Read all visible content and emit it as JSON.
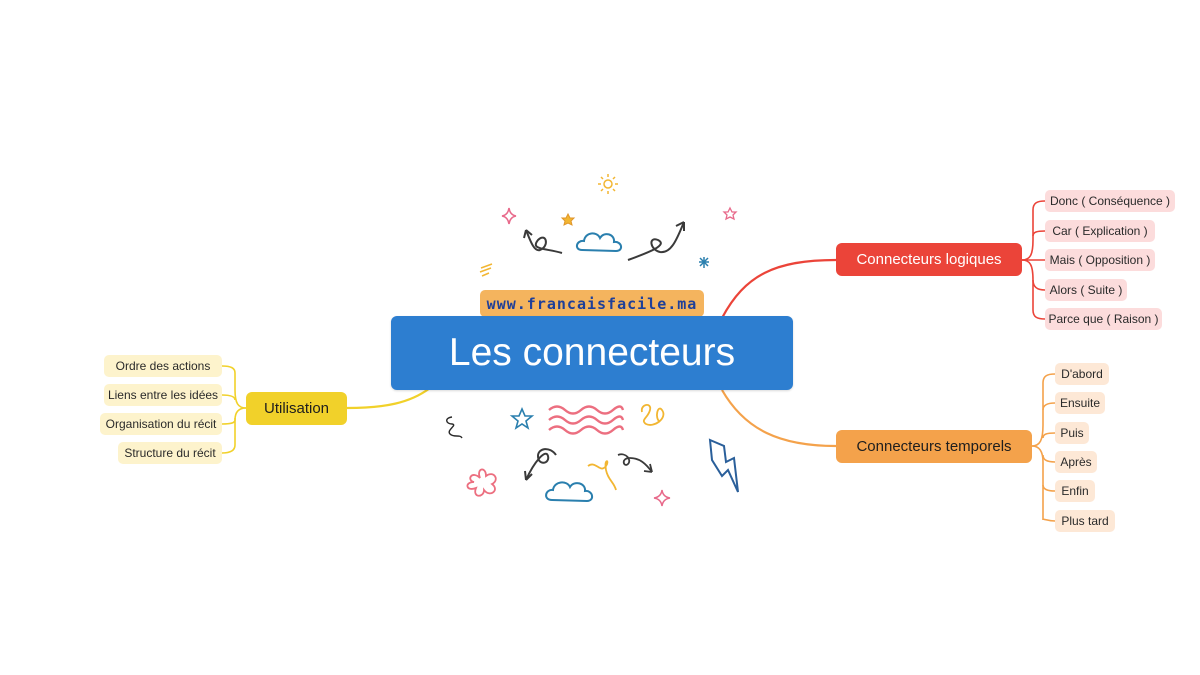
{
  "site": "www.francaisfacile.ma",
  "central": "Les connecteurs",
  "colors": {
    "central": "#2d7ed0",
    "logiques": "#eb4439",
    "temporels": "#f4a24b",
    "utilisation": "#f1d12a"
  },
  "branches": {
    "logiques": {
      "label": "Connecteurs logiques",
      "items": [
        "Donc ( Conséquence )",
        "Car ( Explication )",
        "Mais ( Opposition )",
        "Alors ( Suite )",
        "Parce que ( Raison )"
      ]
    },
    "temporels": {
      "label": "Connecteurs temporels",
      "items": [
        "D'abord",
        "Ensuite",
        "Puis",
        "Après",
        "Enfin",
        "Plus tard"
      ]
    },
    "utilisation": {
      "label": "Utilisation",
      "items": [
        "Ordre des actions",
        "Liens entre les idées",
        "Organisation du récit",
        "Structure du récit"
      ]
    }
  }
}
